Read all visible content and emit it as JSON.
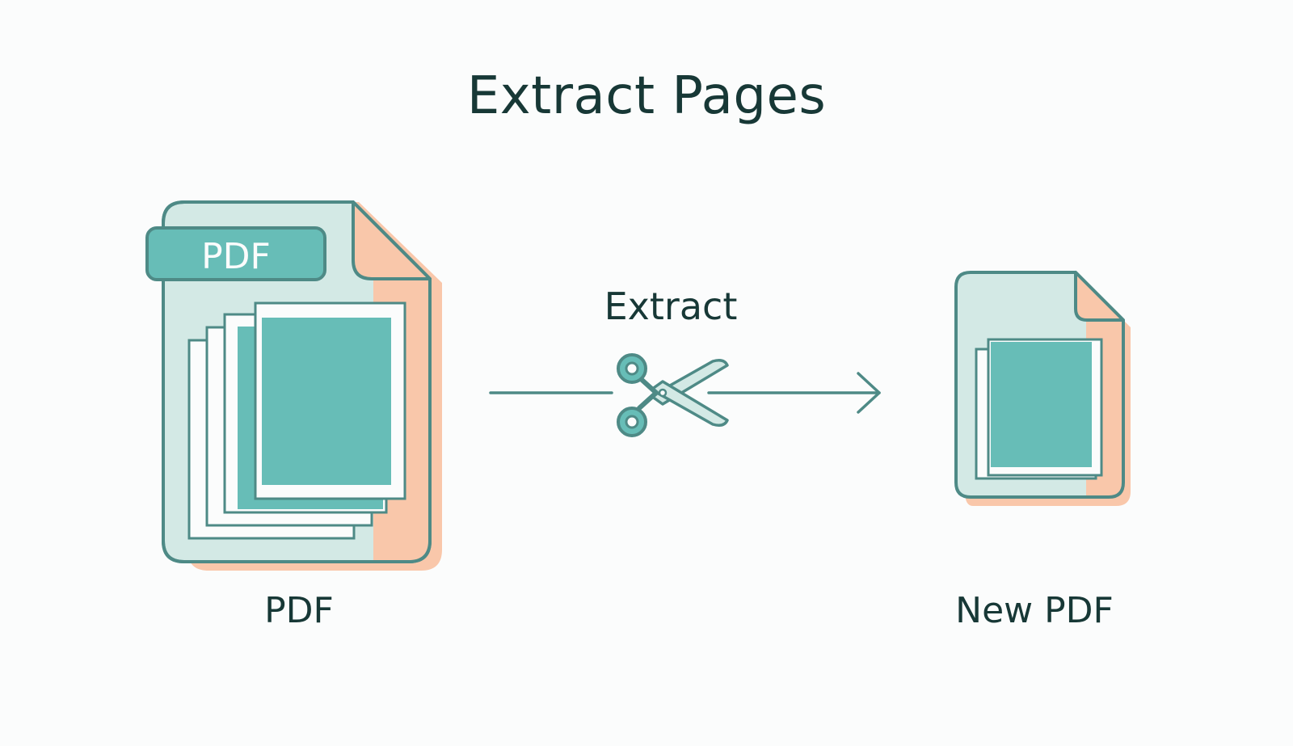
{
  "title": "Extract Pages",
  "source": {
    "label": "PDF",
    "badge": "PDF",
    "icon": "pdf-stack-icon"
  },
  "action": {
    "label": "Extract",
    "icon": "scissors-icon"
  },
  "target": {
    "label": "New PDF",
    "icon": "new-pdf-icon"
  },
  "colors": {
    "stroke": "#4e8a86",
    "teal_fill": "#67bdb7",
    "doc_fill": "#d3e9e5",
    "peach": "#f9c7aa",
    "text": "#173836",
    "background": "#fbfcfc"
  }
}
